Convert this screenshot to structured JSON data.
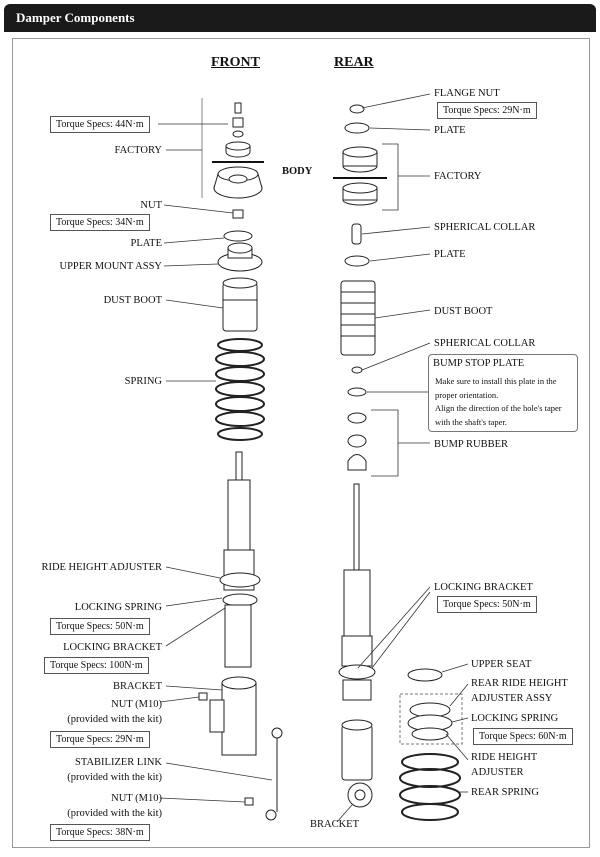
{
  "header": {
    "title": "Damper Components"
  },
  "sections": {
    "front": "FRONT",
    "rear": "REAR",
    "body": "BODY"
  },
  "front": {
    "torque_44": "Torque Specs: 44N·m",
    "factory": "FACTORY",
    "nut": "NUT",
    "torque_34": "Torque Specs: 34N·m",
    "plate": "PLATE",
    "upper_mount": "UPPER MOUNT ASSY",
    "dust_boot": "DUST BOOT",
    "spring": "SPRING",
    "ride_height": "RIDE HEIGHT ADJUSTER",
    "locking_spring": "LOCKING SPRING",
    "torque_50": "Torque Specs: 50N·m",
    "locking_bracket": "LOCKING BRACKET",
    "torque_100": "Torque Specs: 100N·m",
    "bracket": "BRACKET",
    "nut_m10_a": "NUT (M10)",
    "provided_a": "(provided with the kit)",
    "torque_29": "Torque Specs: 29N·m",
    "stab_link": "STABILIZER LINK",
    "provided_b": "(provided with the kit)",
    "nut_m10_b": "NUT (M10)",
    "provided_c": "(provided with the kit)",
    "torque_38": "Torque Specs: 38N·m"
  },
  "rear": {
    "flange_nut": "FLANGE NUT",
    "torque_29": "Torque Specs: 29N·m",
    "plate_top": "PLATE",
    "factory": "FACTORY",
    "spherical_collar_a": "SPHERICAL COLLAR",
    "plate": "PLATE",
    "dust_boot": "DUST BOOT",
    "spherical_collar_b": "SPHERICAL COLLAR",
    "bump_stop_title": "BUMP STOP PLATE",
    "bump_stop_note_1": "Make sure to install this plate in the",
    "bump_stop_note_2": "proper orientation.",
    "bump_stop_note_3": "Align the direction of the hole's taper",
    "bump_stop_note_4": "with the shaft's taper.",
    "bump_rubber": "BUMP RUBBER",
    "locking_bracket": "LOCKING BRACKET",
    "torque_50": "Torque Specs: 50N·m",
    "upper_seat": "UPPER SEAT",
    "rear_rha_1": "REAR RIDE HEIGHT",
    "rear_rha_2": "ADJUSTER ASSY",
    "locking_spring": "LOCKING SPRING",
    "torque_60": "Torque Specs: 60N·m",
    "ride_height_1": "RIDE HEIGHT",
    "ride_height_2": "ADJUSTER",
    "rear_spring": "REAR SPRING",
    "bracket": "BRACKET"
  }
}
